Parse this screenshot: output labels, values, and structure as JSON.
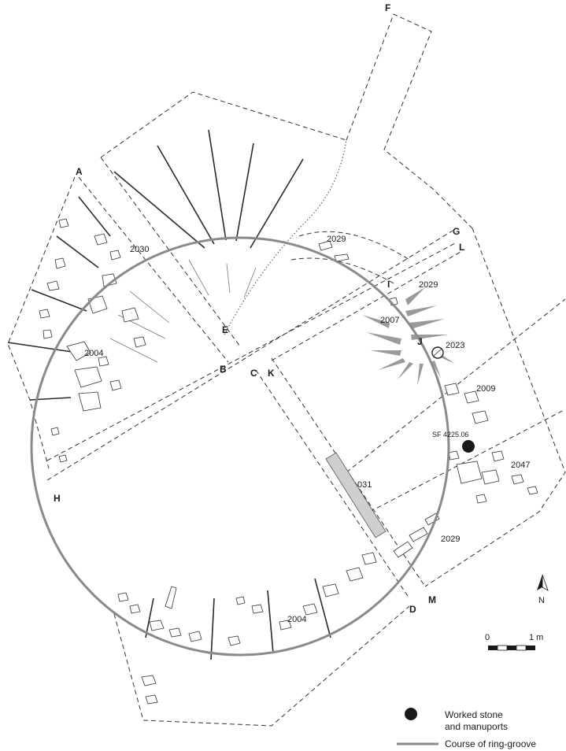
{
  "section_labels": [
    "A",
    "B",
    "C",
    "D",
    "E",
    "F",
    "G",
    "H",
    "I",
    "J",
    "K",
    "L",
    "M"
  ],
  "context_labels": [
    "2029",
    "2030",
    "2029",
    "2007",
    "2023",
    "2004",
    "2009",
    "2047",
    "031",
    "2029",
    "2004"
  ],
  "small_find": "SF 4225.06",
  "north_label": "N",
  "scale": {
    "start": "0",
    "end": "1 m"
  },
  "legend": {
    "worked_stone_line1": "Worked stone",
    "worked_stone_line2": "and manuports",
    "ring_groove": "Course of ring-groove"
  },
  "colors": {
    "ring_groove": "#8a8a8a",
    "ink": "#1a1a1a",
    "fill_grey": "#cfcfcf"
  }
}
